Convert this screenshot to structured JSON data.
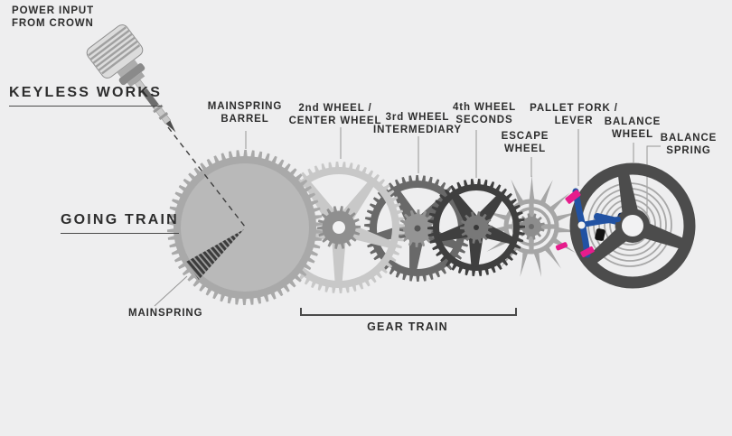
{
  "diagram": {
    "annotations": {
      "power_input": [
        "POWER INPUT",
        "FROM CROWN"
      ],
      "keyless_works": "KEYLESS WORKS",
      "going_train": "GOING TRAIN",
      "mainspring_barrel": [
        "MAINSPRING",
        "BARREL"
      ],
      "second_wheel": [
        "2nd WHEEL /",
        "CENTER WHEEL"
      ],
      "third_wheel": [
        "3rd WHEEL",
        "INTERMEDIARY"
      ],
      "fourth_wheel": [
        "4th WHEEL",
        "SECONDS"
      ],
      "escape_wheel": [
        "ESCAPE",
        "WHEEL"
      ],
      "pallet_fork": [
        "PALLET FORK /",
        "LEVER"
      ],
      "balance_wheel": [
        "BALANCE",
        "WHEEL"
      ],
      "balance_spring": [
        "BALANCE",
        "SPRING"
      ],
      "mainspring": "MAINSPRING",
      "gear_train": "GEAR TRAIN"
    },
    "colors": {
      "background": "#eeeeef",
      "text": "#2d2d2d",
      "leader": "#969696",
      "bracket": "#4a4a4a",
      "dashed": "#3f3f3f",
      "barrel": "#a9a9a9",
      "barrel_inner": "#b9b9b9",
      "mainspring": "#3c3c3c",
      "mainspring_stripe": "#a2a2a2",
      "wheel2": "#c8c8c8",
      "wheel2_pinion": "#8f8f8f",
      "wheel3": "#696969",
      "wheel3_pinion": "#949494",
      "wheel4": "#3f3f3f",
      "wheel4_pinion": "#787878",
      "escape": "#a6a6a6",
      "escape_pinion": "#8d8d8d",
      "balance": "#4c4c4c",
      "spring": "#a8a8a8",
      "pallet_blue": "#2152a3",
      "pallet_navy": "#122f68",
      "pallet_pink": "#e61c8c",
      "jewel": "#141414",
      "hole": "#f2f2f3"
    }
  }
}
